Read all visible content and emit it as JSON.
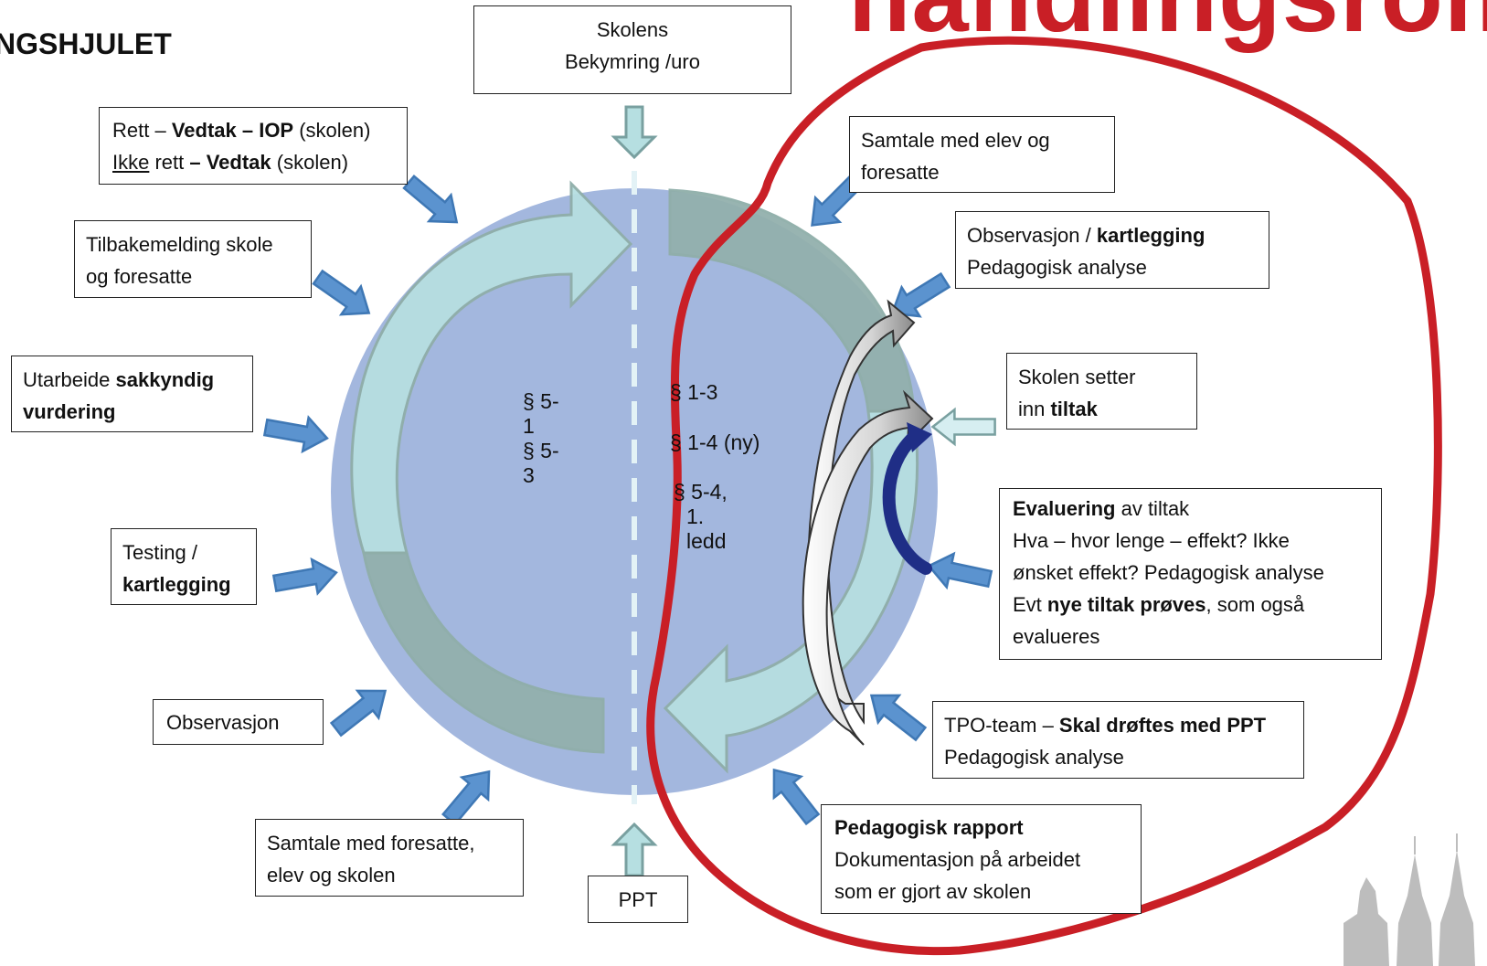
{
  "diagram": {
    "title_fragment": "NGSHJULET",
    "big_title_fragment": "handlingsrom",
    "top_box": [
      "Skolens",
      "Bekymring /uro"
    ],
    "bottom_box": "PPT",
    "left_boxes": {
      "vedtak": {
        "line1": {
          "a": "Rett – ",
          "b": "Vedtak – IOP",
          "c": " (skolen)"
        },
        "line2": {
          "u": "Ikke",
          "a": " rett ",
          "b": "– Vedtak",
          "c": " (skolen)"
        }
      },
      "tilbakemelding": [
        "Tilbakemelding skole",
        "og foresatte"
      ],
      "sakkyndig": {
        "a": "Utarbeide ",
        "b1": "sakkyndig",
        "b2": "vurdering"
      },
      "testing": {
        "a": "Testing /",
        "b": "kartlegging"
      },
      "observasjon": "Observasjon",
      "samtale_foresatte": [
        "Samtale med foresatte,",
        "elev og skolen"
      ]
    },
    "right_boxes": {
      "samtale_elev": [
        "Samtale med elev og",
        "foresatte"
      ],
      "observasjon_kartlegging": {
        "a": "Observasjon / ",
        "b": "kartlegging",
        "line2": "Pedagogisk analyse"
      },
      "tiltak": {
        "line1": "Skolen setter",
        "a": "inn ",
        "b": "tiltak"
      },
      "evaluering": {
        "l1b": "Evaluering",
        "l1a": " av tiltak",
        "l2": "Hva – hvor lenge – effekt? Ikke",
        "l3": "ønsket effekt? Pedagogisk analyse",
        "l4a": "Evt ",
        "l4b": "nye tiltak prøves",
        "l4c": ", som også",
        "l5": "evalueres"
      },
      "tpo": {
        "a": "TPO-team – ",
        "b": "Skal drøftes med PPT",
        "line2": "Pedagogisk analyse"
      },
      "rapport": {
        "b": "Pedagogisk rapport",
        "line2": "Dokumentasjon på arbeidet",
        "line3": "som er gjort av skolen"
      }
    },
    "paragraphs_left": [
      "§ 5-",
      "1",
      "§ 5-",
      "3"
    ],
    "paragraphs_right": [
      "§ 1-3",
      "§ 1-4 (ny)",
      "§ 5-4,",
      "1.",
      "ledd"
    ]
  },
  "colors": {
    "circle": "#a3b7de",
    "ring_light": "#b6dfe1",
    "ring_dark": "#93b0ad",
    "small_arrow": "#5b93cf",
    "outline_red": "#c91f26",
    "title_red": "#c91f26",
    "navy_arc": "#1f2e86"
  }
}
